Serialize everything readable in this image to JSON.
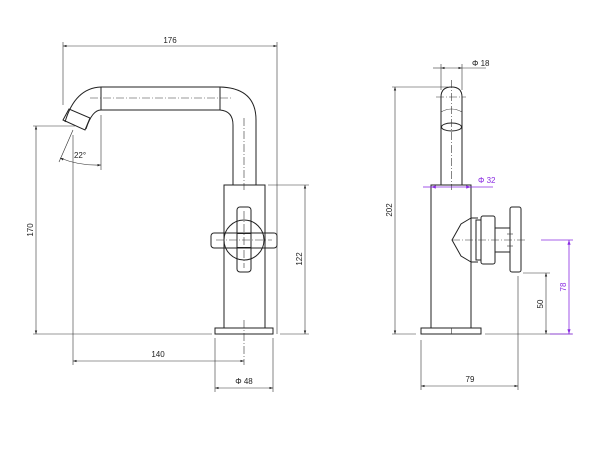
{
  "front_view": {
    "dims": {
      "overall_width": "176",
      "spout_height": "170",
      "body_height": "122",
      "spout_reach": "140",
      "base_diameter": "Φ 48",
      "spout_angle": "22°"
    }
  },
  "side_view": {
    "dims": {
      "spout_diameter": "Φ 18",
      "body_diameter": "Φ 32",
      "overall_height": "202",
      "handle_bottom_height": "50",
      "handle_axis_height": "78",
      "overall_depth": "79"
    }
  },
  "colors": {
    "line": "#222222",
    "highlight": "#8a2be2"
  }
}
